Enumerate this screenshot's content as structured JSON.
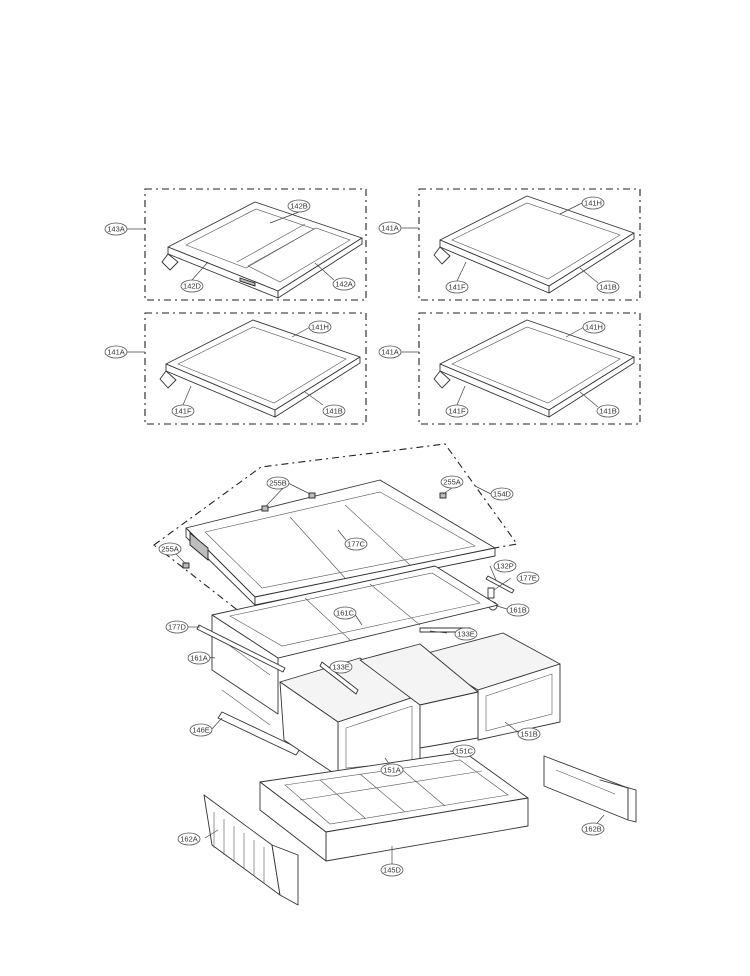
{
  "labels": {
    "l143A": "143A",
    "l142B": "142B",
    "l142D": "142D",
    "l142A": "142A",
    "l141A_tr": "141A",
    "l141H_tr": "141H",
    "l141F_tr": "141F",
    "l141B_tr": "141B",
    "l141A_ml": "141A",
    "l141H_ml": "141H",
    "l141F_ml": "141F",
    "l141B_ml": "141B",
    "l141A_mr": "141A",
    "l141H_mr": "141H",
    "l141F_mr": "141F",
    "l141B_mr": "141B",
    "l255B": "255B",
    "l255A_top": "255A",
    "l154D": "154D",
    "l177C": "177C",
    "l255A_left": "255A",
    "l132P": "132P",
    "l177E": "177E",
    "l161B": "161B",
    "l161C": "161C",
    "l133E_r": "133E",
    "l177D": "177D",
    "l161A": "161A",
    "l133E_m": "133E",
    "l146E": "146E",
    "l151B": "151B",
    "l151C": "151C",
    "l151A": "151A",
    "l162A": "162A",
    "l162B": "162B",
    "l145D": "145D"
  }
}
